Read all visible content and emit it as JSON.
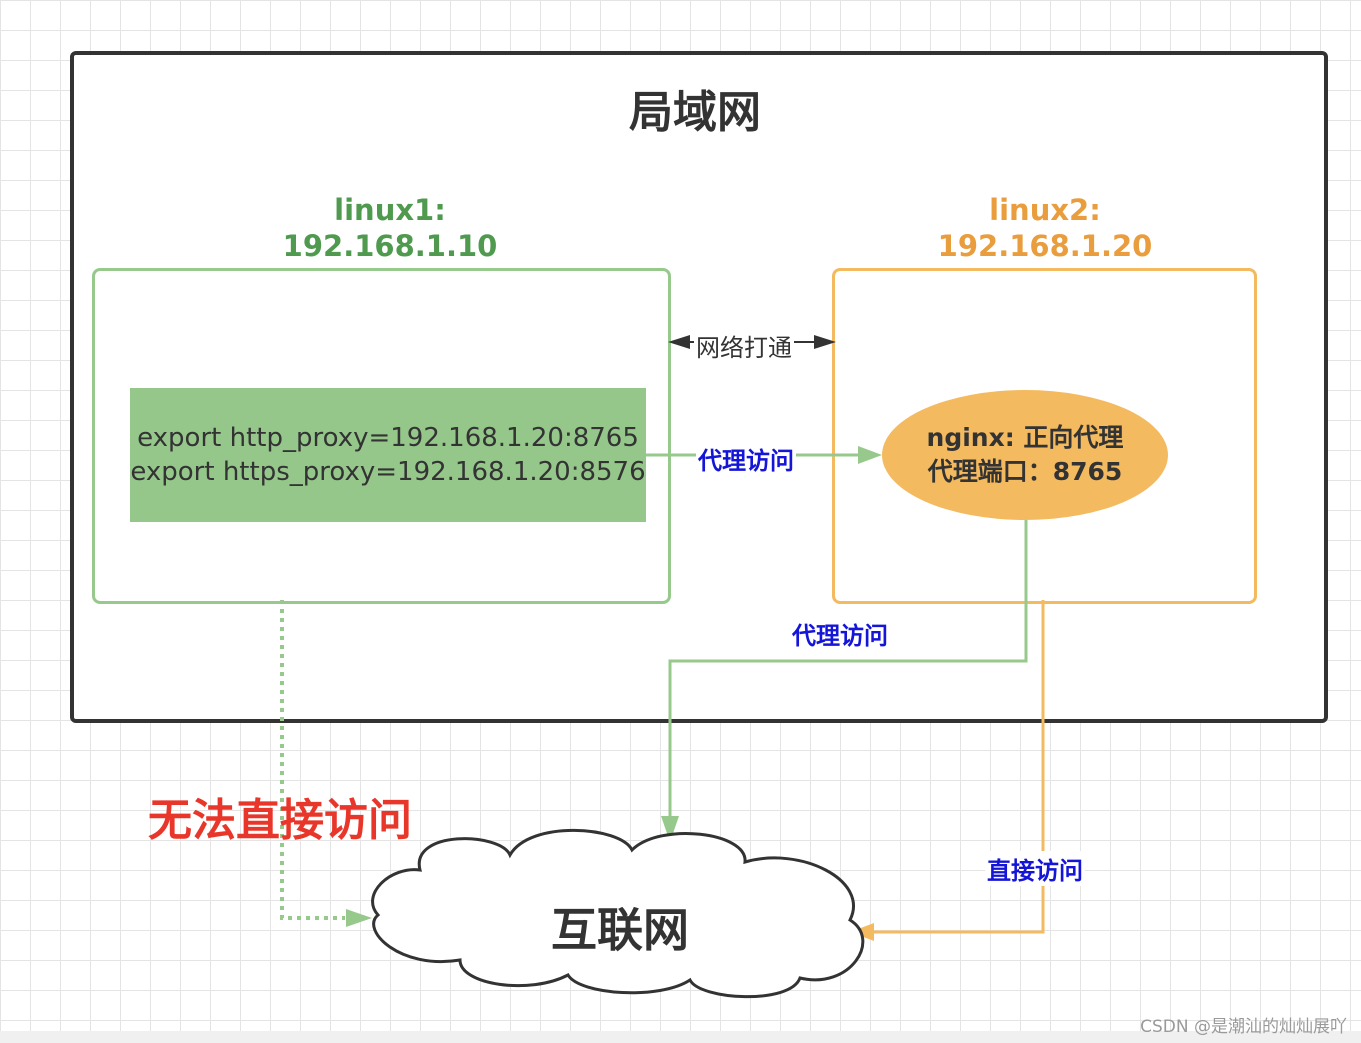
{
  "lan": {
    "title": "局域网"
  },
  "linux1": {
    "name": "linux1:",
    "ip": "192.168.1.10"
  },
  "linux2": {
    "name": "linux2:",
    "ip": "192.168.1.20"
  },
  "proxy_block": {
    "line1": "export http_proxy=192.168.1.20:8765",
    "line2": "export https_proxy=192.168.1.20:8576"
  },
  "nginx": {
    "line1": "nginx: 正向代理",
    "line2": "代理端口：8765"
  },
  "link_label": "网络打通",
  "labels": {
    "proxy_access_1": "代理访问",
    "proxy_access_2": "代理访问",
    "direct_access": "直接访问",
    "no_direct_access": "无法直接访问"
  },
  "internet": {
    "label": "互联网"
  },
  "watermark": "CSDN @是潮汕的灿灿展吖",
  "colors": {
    "green_text": "#4f9a4f",
    "green_line": "#97c98c",
    "green_fill": "#95c78b",
    "orange_text": "#e99d3d",
    "orange_fill": "#f4ba60",
    "blue_label": "#1515d8",
    "red_label": "#e8372a",
    "dark": "#333333"
  }
}
